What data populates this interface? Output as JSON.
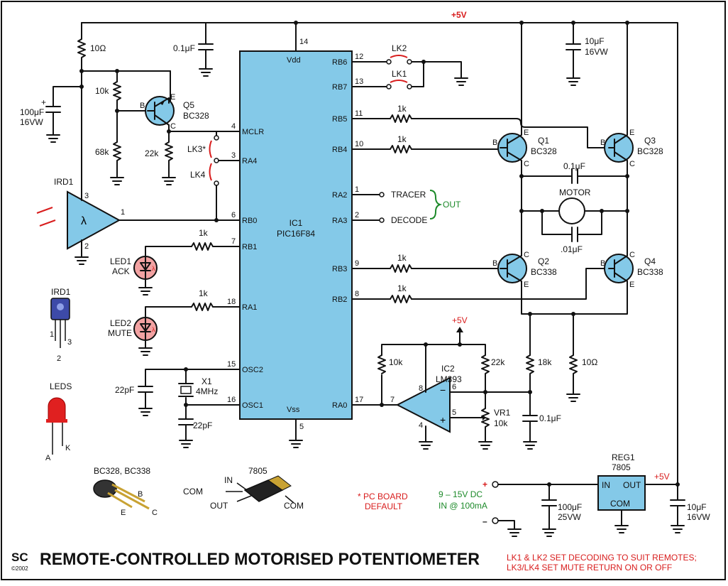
{
  "title": "REMOTE-CONTROLLED MOTORISED POTENTIOMETER",
  "logo": "SC",
  "copyright": "©2002",
  "notes": {
    "line1": "LK1 & LK2 SET DECODING TO SUIT REMOTES;",
    "line2": "LK3/LK4 SET MUTE RETURN ON OR OFF",
    "pcb1": "* PC BOARD",
    "pcb2": "DEFAULT"
  },
  "colors": {
    "ic_fill": "#84c9e8",
    "led_fill": "#f2a2a2",
    "note_red": "#d81c1c",
    "note_green": "#1d8a2a"
  },
  "supply": {
    "rail": "+5V",
    "out_label": "+5V",
    "ic2_supply": "+5V",
    "dc_in1": "9 – 15V DC",
    "dc_in2": "IN @ 100mA",
    "plus": "+",
    "minus": "–"
  },
  "ic1": {
    "name": "IC1",
    "part": "PIC16F84",
    "pins": {
      "vdd": "Vdd",
      "vdd_num": "14",
      "vss": "Vss",
      "vss_num": "5",
      "mclr": "MCLR",
      "mclr_num": "4",
      "ra4": "RA4",
      "ra4_num": "3",
      "rb0": "RB0",
      "rb0_num": "6",
      "rb1": "RB1",
      "rb1_num": "7",
      "ra1": "RA1",
      "ra1_num": "18",
      "osc2": "OSC2",
      "osc2_num": "15",
      "osc1": "OSC1",
      "osc1_num": "16",
      "rb6": "RB6",
      "rb6_num": "12",
      "rb7": "RB7",
      "rb7_num": "13",
      "rb5": "RB5",
      "rb5_num": "11",
      "rb4": "RB4",
      "rb4_num": "10",
      "ra2": "RA2",
      "ra2_num": "1",
      "ra3": "RA3",
      "ra3_num": "2",
      "rb3": "RB3",
      "rb3_num": "9",
      "rb2": "RB2",
      "rb2_num": "8",
      "ra0": "RA0",
      "ra0_num": "17"
    }
  },
  "ic2": {
    "name": "IC2",
    "part": "LM393",
    "pin8": "8",
    "pin4": "4",
    "pin6": "6",
    "pin5": "5",
    "pin7": "7"
  },
  "components": {
    "r_10ohm_top": "10Ω",
    "c_01_top": "0.1μF",
    "c_100u": "100μF",
    "c_100u_v": "16VW",
    "r_10k_q5": "10k",
    "r_68k": "68k",
    "r_22k_q5": "22k",
    "q5": "Q5",
    "q5_part": "BC328",
    "lk1": "LK1",
    "lk2": "LK2",
    "lk3": "LK3*",
    "lk4": "LK4",
    "ird1": "IRD1",
    "ird_p1": "1",
    "ird_p2": "2",
    "ird_p3": "3",
    "r_1k_rb1": "1k",
    "r_1k_ra1": "1k",
    "led1": "LED1",
    "led1_sub": "ACK",
    "led2": "LED2",
    "led2_sub": "MUTE",
    "c_22pf_a": "22pF",
    "c_22pf_b": "22pF",
    "x1": "X1",
    "x1_val": "4MHz",
    "r_1k_rb5": "1k",
    "r_1k_rb4": "1k",
    "r_1k_rb3": "1k",
    "r_1k_rb2": "1k",
    "tracer": "TRACER",
    "decode": "DECODE",
    "out": "OUT",
    "q1": "Q1",
    "q1_part": "BC328",
    "q2": "Q2",
    "q2_part": "BC338",
    "q3": "Q3",
    "q3_part": "BC328",
    "q4": "Q4",
    "q4_part": "BC338",
    "c_01_bridge": "0.1μF",
    "motor": "MOTOR",
    "c_01_motor": ".01μF",
    "c_10u_top": "10μF",
    "c_10u_top_v": "16VW",
    "r_10k_ic2": "10k",
    "r_22k_ic2": "22k",
    "vr1": "VR1",
    "vr1_val": "10k",
    "r_18k": "18k",
    "r_10ohm_bot": "10Ω",
    "c_01_bot": "0.1μF",
    "reg1": "REG1",
    "reg1_part": "7805",
    "reg_in": "IN",
    "reg_out": "OUT",
    "reg_com": "COM",
    "c_100u_25": "100μF",
    "c_100u_25_v": "25VW",
    "c_10u_out": "10μF",
    "c_10u_out_v": "16VW"
  },
  "pinouts": {
    "ird_title": "IRD1",
    "ird_p1": "1",
    "ird_p2": "2",
    "ird_p3": "3",
    "leds_title": "LEDS",
    "led_a": "A",
    "led_k": "K",
    "bc_title": "BC328, BC338",
    "bc_b": "B",
    "bc_e": "E",
    "bc_c": "C",
    "reg_title": "7805",
    "reg_in": "IN",
    "reg_com_l": "COM",
    "reg_out": "OUT",
    "reg_com_r": "COM"
  },
  "terminals": {
    "b": "B",
    "c": "C",
    "e": "E",
    "lambda": "λ"
  }
}
